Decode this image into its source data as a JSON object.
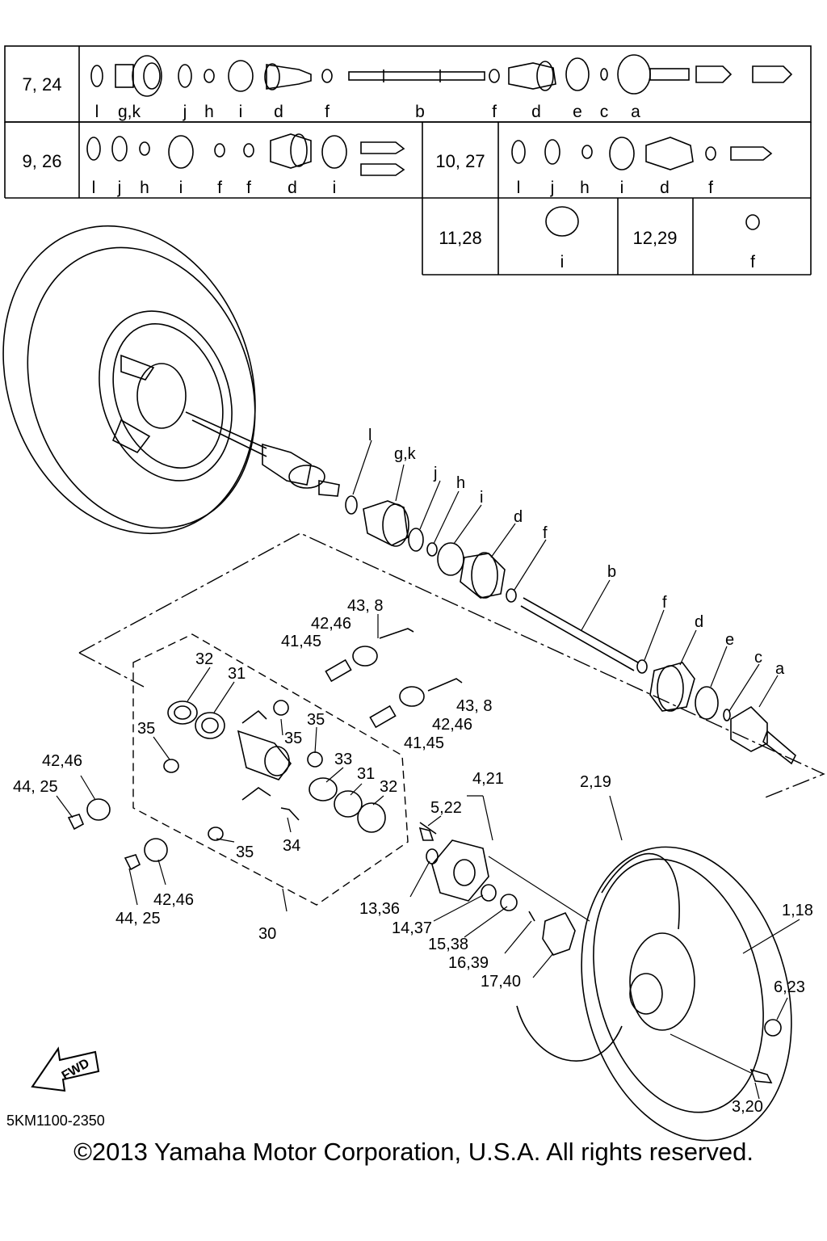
{
  "diagram_code": "5KM1100-2350",
  "copyright": "©2013 Yamaha Motor Corporation, U.S.A. All rights reserved.",
  "fwd_label": "FWD",
  "kit_table": {
    "row1": {
      "ref": "7, 24",
      "letters": [
        "l",
        "g,k",
        "j",
        "h",
        "i",
        "d",
        "f",
        "b",
        "f",
        "d",
        "e",
        "c",
        "a"
      ]
    },
    "row2": {
      "ref": "9, 26",
      "letters": [
        "l",
        "j",
        "h",
        "i",
        "f",
        "f",
        "d",
        "i"
      ]
    },
    "row2b": {
      "ref": "10, 27",
      "letters": [
        "l",
        "j",
        "h",
        "i",
        "d",
        "f"
      ]
    },
    "row3a": {
      "ref": "11,28",
      "letters": [
        "i"
      ]
    },
    "row3b": {
      "ref": "12,29",
      "letters": [
        "f"
      ]
    }
  },
  "callouts": {
    "shaft_l": "l",
    "shaft_gk": "g,k",
    "shaft_j": "j",
    "shaft_h": "h",
    "shaft_i": "i",
    "shaft_d1": "d",
    "shaft_f1": "f",
    "shaft_b": "b",
    "shaft_f2": "f",
    "shaft_d2": "d",
    "shaft_e": "e",
    "shaft_c": "c",
    "shaft_a": "a",
    "p43_8_top": "43, 8",
    "p42_46_top": "42,46",
    "p41_45_top": "41,45",
    "p32_top": "32",
    "p31_top": "31",
    "p35_a": "35",
    "p35_b": "35",
    "p35_c": "35",
    "p43_8_mid": "43, 8",
    "p42_46_mid": "42,46",
    "p41_45_mid": "41,45",
    "p33": "33",
    "p31_mid": "31",
    "p32_mid": "32",
    "p42_46_left": "42,46",
    "p44_25_left": "44, 25",
    "p35_low": "35",
    "p34": "34",
    "p42_46_low": "42,46",
    "p44_25_low": "44, 25",
    "p30": "30",
    "p4_21": "4,21",
    "p5_22": "5,22",
    "p13_36": "13,36",
    "p14_37": "14,37",
    "p15_38": "15,38",
    "p16_39": "16,39",
    "p17_40": "17,40",
    "p2_19": "2,19",
    "p1_18": "1,18",
    "p6_23": "6,23",
    "p3_20": "3,20"
  }
}
